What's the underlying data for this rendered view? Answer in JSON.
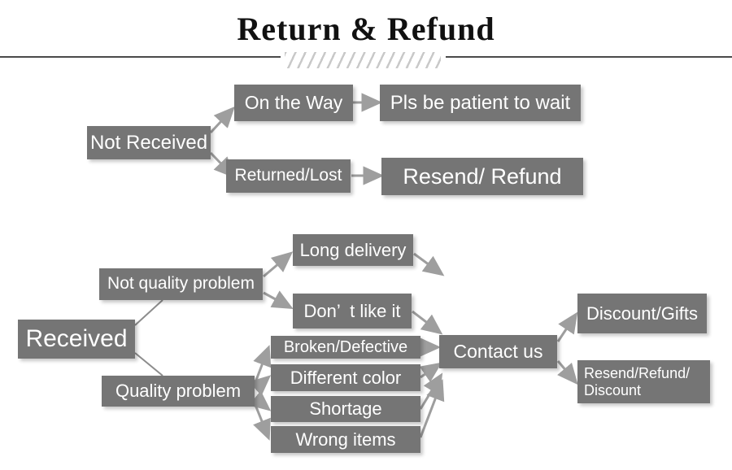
{
  "header": {
    "title": "Return & Refund",
    "divider_icon": "diagonal-hatch-divider"
  },
  "flow": {
    "not_received": {
      "label": "Not Received",
      "branches": {
        "on_the_way": {
          "label": "On the Way",
          "result": "Pls be patient to wait"
        },
        "returned_lost": {
          "label": "Returned/Lost",
          "result": "Resend/ Refund"
        }
      }
    },
    "received": {
      "label": "Received",
      "not_quality_problem": {
        "label": "Not quality problem",
        "reasons": [
          "Long delivery",
          "Don’  t like it"
        ]
      },
      "quality_problem": {
        "label": "Quality problem",
        "reasons": [
          "Broken/Defective",
          "Different color",
          "Shortage",
          "Wrong items"
        ]
      },
      "contact_us": {
        "label": "Contact us",
        "outcomes": [
          "Discount/Gifts",
          "Resend/Refund/\nDiscount"
        ]
      }
    }
  },
  "colors": {
    "node_fill": "#757575",
    "node_text": "#ffffff",
    "arrow": "#9e9e9e",
    "thin_link": "#8c8c8c",
    "rule": "#4a4a4a",
    "hatch": "#c9c9c9",
    "title_text": "#111111",
    "background": "#ffffff"
  }
}
